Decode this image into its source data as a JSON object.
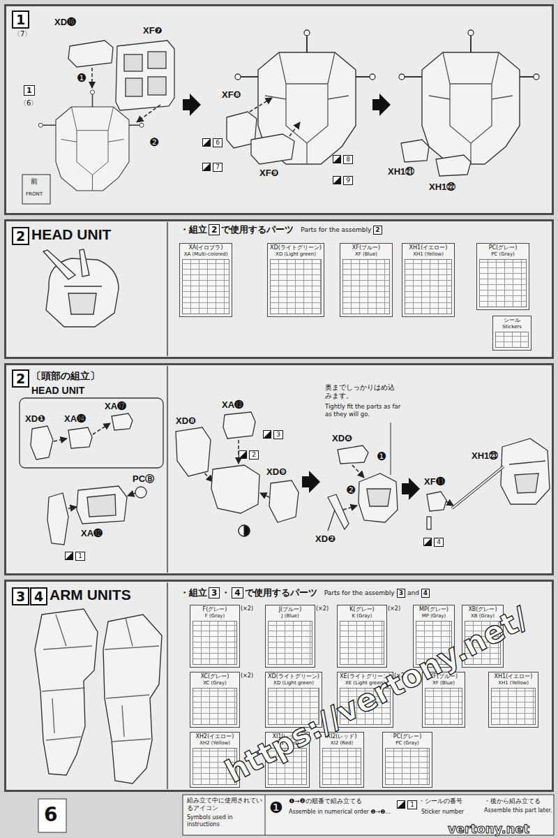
{
  "diagram": {
    "nodes": [
      {
        "text": [
          "1",
          "〈7〉"
        ]
      },
      {
        "text": [
          "2",
          "HEAD UNIT"
        ]
      },
      {
        "text": [
          "XA(イロプラ)",
          "XA (Multi-colored)"
        ],
        "in": 1
      },
      {
        "text": [
          "XD(ライトグリーン)",
          "XD (Light green)"
        ],
        "in": 1
      },
      {
        "text": [
          "XF(ブルー)",
          "XF (Blue)"
        ],
        "in": 1
      },
      {
        "text": [
          "XH1(イエロー)",
          "XH1 (Yellow)"
        ],
        "in": 1
      },
      {
        "text": [
          "PC(グレー)",
          "PC (Gray)"
        ],
        "in": 1
      },
      {
        "text": [
          "シール",
          "Stickers"
        ],
        "in": 1
      },
      {
        "text": [
          "2",
          "〔頭部の組立〕",
          "HEAD UNIT"
        ]
      },
      {
        "text": [
          "3",
          "4",
          "ARM UNITS"
        ]
      },
      {
        "text": [
          "F(グレー)",
          "F (Gray)",
          "(×2)"
        ],
        "in": 9
      },
      {
        "text": [
          "J(ブルー)",
          "J (Blue)",
          "(×2)"
        ],
        "in": 9
      },
      {
        "text": [
          "K(グレー)",
          "K (Gray)",
          "(×2)"
        ],
        "in": 9
      },
      {
        "text": [
          "MP(グレー)",
          "MP (Gray)"
        ],
        "in": 9
      },
      {
        "text": [
          "XB(グレー)",
          "XB (Gray)"
        ],
        "in": 9
      },
      {
        "text": [
          "XC(グレー)",
          "XC (Gray)",
          "(×2)"
        ],
        "in": 9
      },
      {
        "text": [
          "XD(ライトグリーン)",
          "XD (Light green)"
        ],
        "in": 9
      },
      {
        "text": [
          "XE(ライトグリーン)",
          "XE (Light green)",
          "(×2)"
        ],
        "in": 9
      },
      {
        "text": [
          "XF(ブルー)",
          "XF (Blue)"
        ],
        "in": 9
      },
      {
        "text": [
          "XH1(イエロー)",
          "XH1 (Yellow)"
        ],
        "in": 9
      },
      {
        "text": [
          "XH2(イエロー)",
          "XH2 (Yellow)"
        ],
        "in": 9
      },
      {
        "text": [
          "XI1(レッド)",
          "XI1 (Red)"
        ],
        "in": 9
      },
      {
        "text": [
          "XI2(レッド)",
          "XI2 (Red)"
        ],
        "in": 9
      },
      {
        "text": [
          "PC(グレー)",
          "PC (Gray)"
        ],
        "in": 9
      }
    ],
    "labels": [
      "XD⓰",
      "XF❼",
      "1",
      "〈6〉",
      "❶",
      "❷",
      "前",
      "FRONT",
      "XF❽",
      "6",
      "7",
      "XF❾",
      "8",
      "9",
      "XH1㉑",
      "XH1㉒",
      "・組立",
      "2",
      "で使用するパーツ",
      "Parts for the assembly",
      "2",
      "XA⓱",
      "XD❶",
      "XA⓮",
      "PCⒷ",
      "XA⓬",
      "1",
      "XA⓭",
      "XD❽",
      "3",
      "2",
      "XD❾",
      "奥までしっかりはめ込みます。",
      "Tightly fit the parts as far as they will go.",
      "XD❻",
      "❶",
      "❷",
      "XD❷",
      "XH1㉓",
      "XF⓫",
      "4",
      "・組立",
      "3",
      "・",
      "4",
      "で使用するパーツ",
      "Parts for the assembly",
      "3",
      "and",
      "4",
      "6",
      "組み立て中に使用されているアイコン",
      "Symbols used in instructions",
      "❶",
      "❶→❷の順番で組み立てる",
      "Assemble in numerical order ❶→❷...",
      "1",
      "・シールの番号",
      "Sticker number",
      "・後から組み立てる",
      "Assemble this part later.",
      "https://vertony.net/",
      "vertony.net"
    ]
  }
}
